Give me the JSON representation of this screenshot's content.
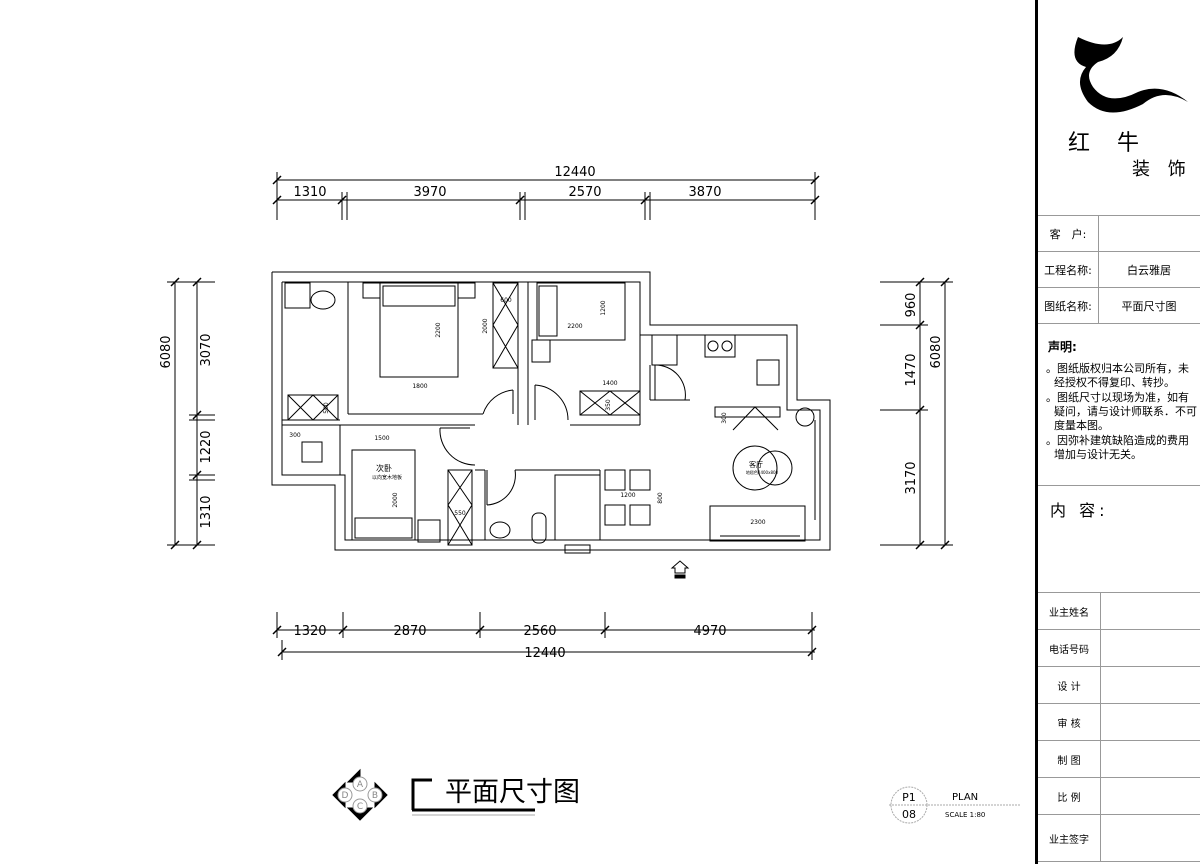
{
  "title_block": {
    "company_line1": "红 牛",
    "company_line2": "装 饰",
    "client_label": "客　户:",
    "client_value": "",
    "project_label": "工程名称:",
    "project_value": "白云雅居",
    "drawing_label": "图纸名称:",
    "drawing_value": "平面尺寸图",
    "declaration_title": "声明:",
    "declarations": [
      "。图纸版权归本公司所有，未经授权不得复印、转抄。",
      "。图纸尺寸以现场为准，如有疑问，请与设计师联系．不可度量本图。",
      "。因弥补建筑缺陷造成的费用增加与设计无关。"
    ],
    "content_label": "内 容:",
    "fields": [
      "业主姓名",
      "电话号码",
      "设 计",
      "审 核",
      "制 图",
      "比 例",
      "业主签字"
    ]
  },
  "dimensions": {
    "top_total": "12440",
    "top_segments": [
      "1310",
      "3970",
      "2570",
      "3870"
    ],
    "bottom_total": "12440",
    "bottom_segments": [
      "1320",
      "2870",
      "2560",
      "4970"
    ],
    "left_total": "6080",
    "left_segments": [
      "3070",
      "1220",
      "1310"
    ],
    "right_total": "6080",
    "right_segments": [
      "960",
      "1470",
      "3170"
    ]
  },
  "plan_labels": {
    "master_bed_w": "1800",
    "master_bed_l": "2200",
    "master_wardrobe_w": "600",
    "master_wardrobe_l": "2000",
    "bed2_w": "2200",
    "bed2_l": "1200",
    "cabinet2": "1400",
    "cabinet2_d": "350",
    "bath_cabinet": "500",
    "left_small": "300",
    "second_bedroom": "次卧",
    "second_bedroom_note": "以向宽木地板",
    "bed3_w": "1500",
    "bed3_l": "2000",
    "wardrobe3": "550",
    "dining_w": "1200",
    "dining_d": "800",
    "living_room": "客厅",
    "living_note": "地毯色2400x800",
    "tv_d": "300",
    "sofa_w": "2300"
  },
  "drawing_title": "平面尺寸图",
  "compass": [
    "A",
    "B",
    "C",
    "D"
  ],
  "plan_stamp": {
    "number": "P1",
    "sheet": "08",
    "name": "PLAN",
    "scale": "SCALE 1:80"
  }
}
